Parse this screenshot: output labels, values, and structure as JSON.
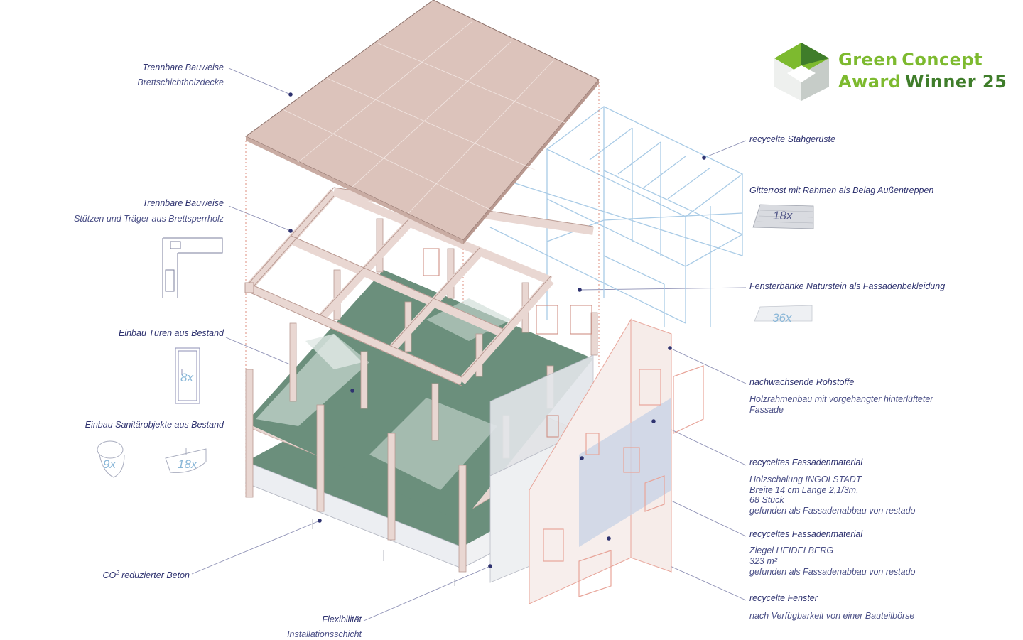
{
  "award": {
    "line1_word1": "Green",
    "line1_word2": "Concept",
    "line2_word1": "Award",
    "line2_word2": "Winner 25",
    "colors": {
      "light": "#7dba2f",
      "dark": "#3f7d2a"
    }
  },
  "labels_left": {
    "roof_title": "Trennbare Bauweise",
    "roof_sub": "Brettschichtholzdecke",
    "frame_title": "Trennbare Bauweise",
    "frame_sub": "Stützen und Träger  aus Brettsperrholz",
    "doors_title": "Einbau Türen aus Bestand",
    "sanitary_title": "Einbau Sanitärobjekte aus Bestand",
    "concrete_title_pre": "CO",
    "concrete_title_sup": "2",
    "concrete_title_post": " reduzierter Beton",
    "flex_title": "Flexibilität",
    "flex_sub": "Installationsschicht"
  },
  "labels_right": {
    "scaffold_title": "recycelte Stahgerüste",
    "grating_title": "Gitterrost mit Rahmen als Belag Außentreppen",
    "sills_title": "Fensterbänke Naturstein als Fassadenbekleidung",
    "renewable_title": "nachwachsende Rohstoffe",
    "renewable_sub1": "Holzrahmenbau mit vorgehängter hinterlüfteter",
    "renewable_sub2": "Fassade",
    "facade1_title": "recyceltes Fassadenmaterial",
    "facade1_sub1": "Holzschalung INGOLSTADT",
    "facade1_sub2": "Breite 14 cm Länge 2,1/3m,",
    "facade1_sub3": "68 Stück",
    "facade1_sub4": "gefunden als Fassadenabbau von restado",
    "facade2_title": "recyceltes Fassadenmaterial",
    "facade2_sub1": "Ziegel HEIDELBERG",
    "facade2_sub2": "323 m²",
    "facade2_sub3": "gefunden als Fassadenabbau von restado",
    "windows_title": "recycelte Fenster",
    "windows_sub": "nach Verfügbarkeit von einer Bauteilbörse"
  },
  "counts": {
    "grating": "18x",
    "sills": "36x",
    "doors": "8x",
    "toilets": "9x",
    "sinks": "18x"
  },
  "colors": {
    "roof": "#dcc3bb",
    "timber": "#e9d7d2",
    "floor": "#6b8f7c",
    "scaffold": "#a9cbe6",
    "facade_line": "#e8a59a",
    "label": "#3b3f7a"
  }
}
